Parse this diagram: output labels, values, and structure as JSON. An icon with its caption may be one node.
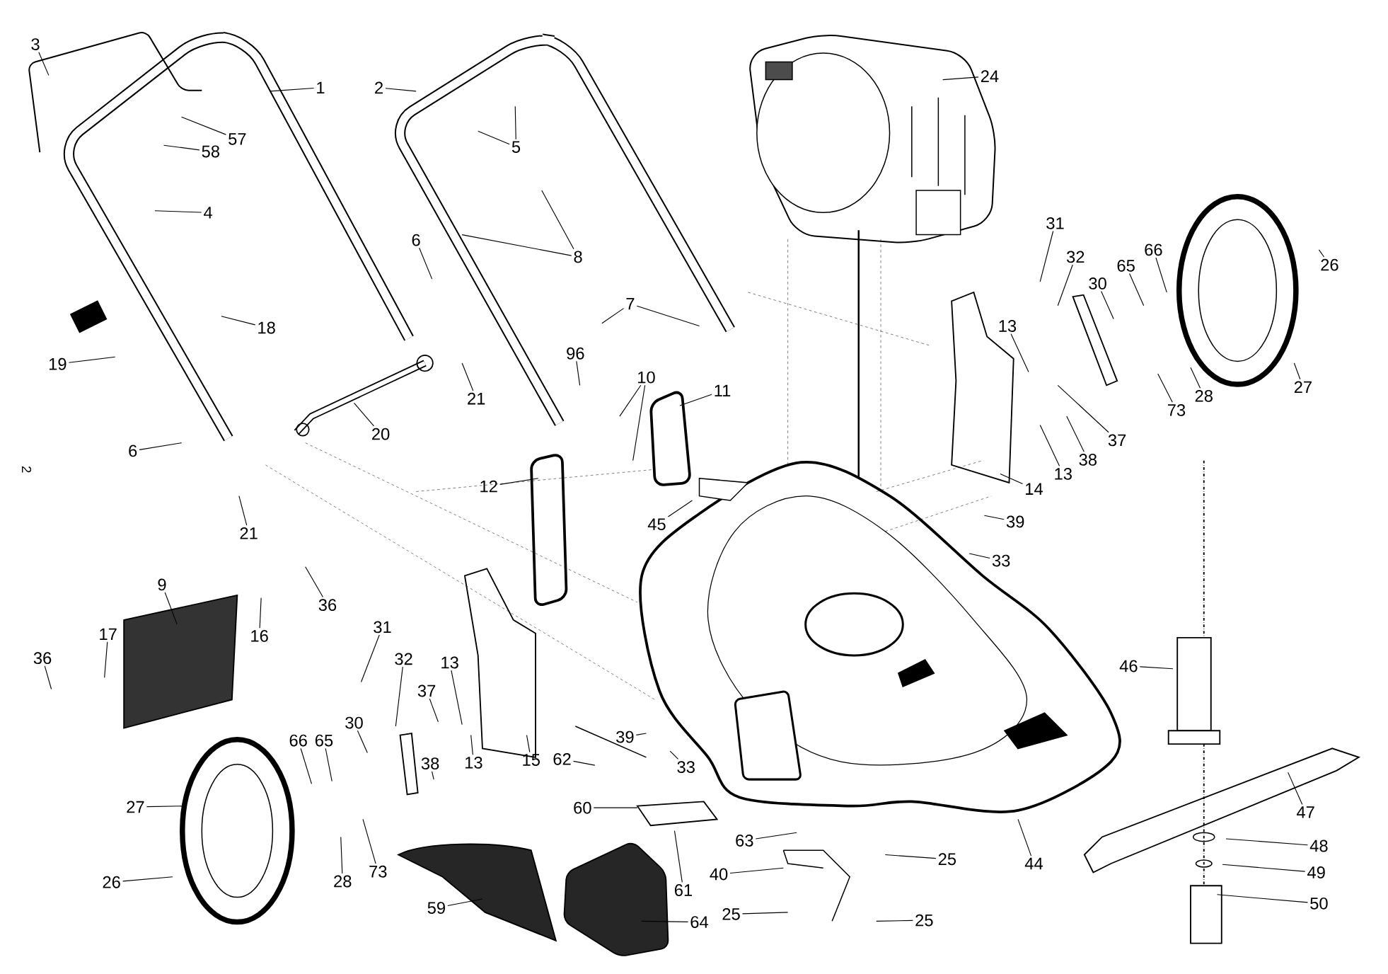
{
  "diagram": {
    "nodes": [
      {
        "text": [
          "3"
        ]
      },
      {
        "text": [
          "1"
        ]
      },
      {
        "text": [
          "2"
        ]
      },
      {
        "text": [
          "24"
        ]
      },
      {
        "text": [
          "57"
        ]
      },
      {
        "text": [
          "5"
        ]
      },
      {
        "text": [
          "58"
        ]
      },
      {
        "text": [
          "4"
        ]
      },
      {
        "text": [
          "31"
        ]
      },
      {
        "text": [
          "8"
        ]
      },
      {
        "text": [
          "32"
        ]
      },
      {
        "text": [
          "6"
        ]
      },
      {
        "text": [
          "65"
        ]
      },
      {
        "text": [
          "66"
        ]
      },
      {
        "text": [
          "26"
        ]
      },
      {
        "text": [
          "30"
        ]
      },
      {
        "text": [
          "7"
        ]
      },
      {
        "text": [
          "13"
        ]
      },
      {
        "text": [
          "18"
        ]
      },
      {
        "text": [
          "96"
        ]
      },
      {
        "text": [
          "19"
        ]
      },
      {
        "text": [
          "10"
        ]
      },
      {
        "text": [
          "11"
        ]
      },
      {
        "text": [
          "27"
        ]
      },
      {
        "text": [
          "28"
        ]
      },
      {
        "text": [
          "21"
        ]
      },
      {
        "text": [
          "73"
        ]
      },
      {
        "text": [
          "20"
        ]
      },
      {
        "text": [
          "37"
        ]
      },
      {
        "text": [
          "6"
        ]
      },
      {
        "text": [
          "38"
        ]
      },
      {
        "text": [
          "13"
        ]
      },
      {
        "text": [
          "14"
        ]
      },
      {
        "text": [
          "12"
        ]
      },
      {
        "text": [
          "39"
        ]
      },
      {
        "text": [
          "45"
        ]
      },
      {
        "text": [
          "21"
        ]
      },
      {
        "text": [
          "33"
        ]
      },
      {
        "text": [
          "9"
        ]
      },
      {
        "text": [
          "36"
        ]
      },
      {
        "text": [
          "31"
        ]
      },
      {
        "text": [
          "16"
        ]
      },
      {
        "text": [
          "17"
        ]
      },
      {
        "text": [
          "36"
        ]
      },
      {
        "text": [
          "32"
        ]
      },
      {
        "text": [
          "13"
        ]
      },
      {
        "text": [
          "46"
        ]
      },
      {
        "text": [
          "37"
        ]
      },
      {
        "text": [
          "30"
        ]
      },
      {
        "text": [
          "39"
        ]
      },
      {
        "text": [
          "66"
        ]
      },
      {
        "text": [
          "65"
        ]
      },
      {
        "text": [
          "62"
        ]
      },
      {
        "text": [
          "15"
        ]
      },
      {
        "text": [
          "13"
        ]
      },
      {
        "text": [
          "38"
        ]
      },
      {
        "text": [
          "33"
        ]
      },
      {
        "text": [
          "27"
        ]
      },
      {
        "text": [
          "60"
        ]
      },
      {
        "text": [
          "47"
        ]
      },
      {
        "text": [
          "63"
        ]
      },
      {
        "text": [
          "48"
        ]
      },
      {
        "text": [
          "25"
        ]
      },
      {
        "text": [
          "44"
        ]
      },
      {
        "text": [
          "73"
        ]
      },
      {
        "text": [
          "49"
        ]
      },
      {
        "text": [
          "40"
        ]
      },
      {
        "text": [
          "28"
        ]
      },
      {
        "text": [
          "26"
        ]
      },
      {
        "text": [
          "61"
        ]
      },
      {
        "text": [
          "59"
        ]
      },
      {
        "text": [
          "50"
        ]
      },
      {
        "text": [
          "25"
        ]
      },
      {
        "text": [
          "25"
        ]
      },
      {
        "text": [
          "64"
        ]
      }
    ],
    "edges": [
      {
        "from": 0,
        "to": null,
        "arrow": "none"
      },
      {
        "from": 1,
        "to": null,
        "arrow": "none"
      },
      {
        "from": 2,
        "to": null,
        "arrow": "none"
      },
      {
        "from": 3,
        "to": null,
        "arrow": "none"
      },
      {
        "from": 4,
        "to": null,
        "arrow": "none"
      },
      {
        "from": 5,
        "to": null,
        "arrow": "none"
      },
      {
        "from": 5,
        "to": null,
        "arrow": "none"
      },
      {
        "from": 6,
        "to": null,
        "arrow": "none"
      },
      {
        "from": 7,
        "to": null,
        "arrow": "none"
      },
      {
        "from": 8,
        "to": null,
        "arrow": "none"
      },
      {
        "from": 9,
        "to": null,
        "arrow": "none"
      },
      {
        "from": 9,
        "to": null,
        "arrow": "none"
      },
      {
        "from": 10,
        "to": null,
        "arrow": "none"
      },
      {
        "from": 11,
        "to": null,
        "arrow": "none"
      },
      {
        "from": 12,
        "to": null,
        "arrow": "none"
      },
      {
        "from": 13,
        "to": null,
        "arrow": "none"
      },
      {
        "from": 14,
        "to": null,
        "arrow": "none"
      },
      {
        "from": 15,
        "to": null,
        "arrow": "none"
      },
      {
        "from": 16,
        "to": null,
        "arrow": "none"
      },
      {
        "from": 16,
        "to": null,
        "arrow": "none"
      },
      {
        "from": 17,
        "to": null,
        "arrow": "none"
      },
      {
        "from": 18,
        "to": null,
        "arrow": "none"
      },
      {
        "from": 19,
        "to": null,
        "arrow": "none"
      },
      {
        "from": 20,
        "to": null,
        "arrow": "none"
      },
      {
        "from": 21,
        "to": null,
        "arrow": "none"
      },
      {
        "from": 21,
        "to": null,
        "arrow": "none"
      },
      {
        "from": 22,
        "to": null,
        "arrow": "none"
      },
      {
        "from": 23,
        "to": null,
        "arrow": "none"
      },
      {
        "from": 24,
        "to": null,
        "arrow": "none"
      },
      {
        "from": 25,
        "to": null,
        "arrow": "none"
      },
      {
        "from": 26,
        "to": null,
        "arrow": "none"
      },
      {
        "from": 27,
        "to": null,
        "arrow": "none"
      },
      {
        "from": 28,
        "to": null,
        "arrow": "none"
      },
      {
        "from": 29,
        "to": null,
        "arrow": "none"
      },
      {
        "from": 30,
        "to": null,
        "arrow": "none"
      },
      {
        "from": 31,
        "to": null,
        "arrow": "none"
      },
      {
        "from": 32,
        "to": null,
        "arrow": "none"
      },
      {
        "from": 33,
        "to": null,
        "arrow": "none"
      },
      {
        "from": 34,
        "to": null,
        "arrow": "none"
      },
      {
        "from": 35,
        "to": null,
        "arrow": "none"
      },
      {
        "from": 36,
        "to": null,
        "arrow": "none"
      },
      {
        "from": 37,
        "to": null,
        "arrow": "none"
      },
      {
        "from": 38,
        "to": null,
        "arrow": "none"
      },
      {
        "from": 39,
        "to": null,
        "arrow": "none"
      },
      {
        "from": 40,
        "to": null,
        "arrow": "none"
      },
      {
        "from": 41,
        "to": null,
        "arrow": "none"
      },
      {
        "from": 42,
        "to": null,
        "arrow": "none"
      },
      {
        "from": 43,
        "to": null,
        "arrow": "none"
      },
      {
        "from": 44,
        "to": null,
        "arrow": "none"
      },
      {
        "from": 45,
        "to": null,
        "arrow": "none"
      },
      {
        "from": 46,
        "to": null,
        "arrow": "none"
      },
      {
        "from": 47,
        "to": null,
        "arrow": "none"
      },
      {
        "from": 48,
        "to": null,
        "arrow": "none"
      },
      {
        "from": 49,
        "to": null,
        "arrow": "none"
      },
      {
        "from": 50,
        "to": null,
        "arrow": "none"
      },
      {
        "from": 51,
        "to": null,
        "arrow": "none"
      },
      {
        "from": 52,
        "to": null,
        "arrow": "none"
      },
      {
        "from": 53,
        "to": null,
        "arrow": "none"
      },
      {
        "from": 54,
        "to": null,
        "arrow": "none"
      },
      {
        "from": 55,
        "to": null,
        "arrow": "none"
      },
      {
        "from": 56,
        "to": null,
        "arrow": "none"
      },
      {
        "from": 57,
        "to": null,
        "arrow": "none"
      },
      {
        "from": 58,
        "to": null,
        "arrow": "none"
      },
      {
        "from": 59,
        "to": null,
        "arrow": "none"
      },
      {
        "from": 60,
        "to": null,
        "arrow": "none"
      },
      {
        "from": 61,
        "to": null,
        "arrow": "none"
      },
      {
        "from": 62,
        "to": null,
        "arrow": "none"
      },
      {
        "from": 63,
        "to": null,
        "arrow": "none"
      },
      {
        "from": 64,
        "to": null,
        "arrow": "none"
      },
      {
        "from": 65,
        "to": null,
        "arrow": "none"
      },
      {
        "from": 66,
        "to": null,
        "arrow": "none"
      },
      {
        "from": 67,
        "to": null,
        "arrow": "none"
      },
      {
        "from": 68,
        "to": null,
        "arrow": "none"
      },
      {
        "from": 69,
        "to": null,
        "arrow": "none"
      },
      {
        "from": 70,
        "to": null,
        "arrow": "none"
      },
      {
        "from": 71,
        "to": null,
        "arrow": "none"
      },
      {
        "from": 72,
        "to": null,
        "arrow": "none"
      },
      {
        "from": 73,
        "to": null,
        "arrow": "none"
      },
      {
        "from": 74,
        "to": null,
        "arrow": "none"
      }
    ],
    "labels": [
      "2"
    ]
  }
}
